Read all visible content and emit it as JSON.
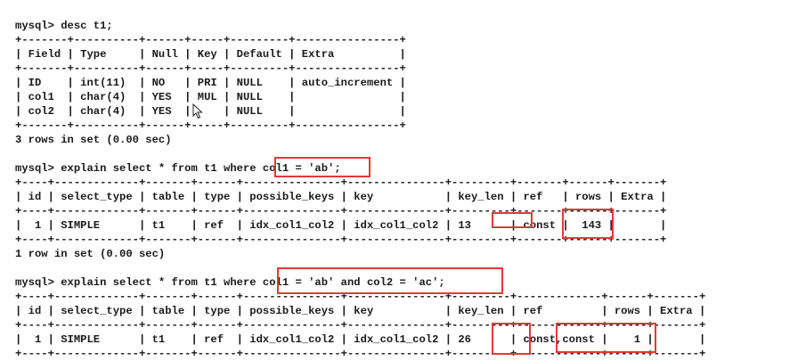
{
  "terminal": {
    "lines": [
      "mysql> desc t1;",
      "+-------+----------+------+-----+---------+----------------+",
      "| Field | Type     | Null | Key | Default | Extra          |",
      "+-------+----------+------+-----+---------+----------------+",
      "| ID    | int(11)  | NO   | PRI | NULL    | auto_increment |",
      "| col1  | char(4)  | YES  | MUL | NULL    |                |",
      "| col2  | char(4)  | YES  |     | NULL    |                |",
      "+-------+----------+------+-----+---------+----------------+",
      "3 rows in set (0.00 sec)",
      "",
      "mysql> explain select * from t1 where col1 = 'ab';",
      "+----+-------------+-------+------+---------------+---------------+---------+-------+------+-------+",
      "| id | select_type | table | type | possible_keys | key           | key_len | ref   | rows | Extra |",
      "+----+-------------+-------+------+---------------+---------------+---------+-------+------+-------+",
      "|  1 | SIMPLE      | t1    | ref  | idx_col1_col2 | idx_col1_col2 | 13      | const |  143 |       |",
      "+----+-------------+-------+------+---------------+---------------+---------+-------+------+-------+",
      "1 row in set (0.00 sec)",
      "",
      "mysql> explain select * from t1 where col1 = 'ab' and col2 = 'ac';",
      "+----+-------------+-------+------+---------------+---------------+---------+-------------+------+-------+",
      "| id | select_type | table | type | possible_keys | key           | key_len | ref         | rows | Extra |",
      "+----+-------------+-------+------+---------------+---------------+---------+-------------+------+-------+",
      "|  1 | SIMPLE      | t1    | ref  | idx_col1_col2 | idx_col1_col2 | 26      | const,const |    1 |       |",
      "+----+-------------+-------+------+---------------+---------------+---------+-------------+------+-------+"
    ]
  },
  "colors": {
    "background": "#ffffff",
    "text": "#1a1a1a",
    "highlight_border": "#e03a3a"
  },
  "icons": {
    "cursor": "mouse-pointer-icon"
  }
}
